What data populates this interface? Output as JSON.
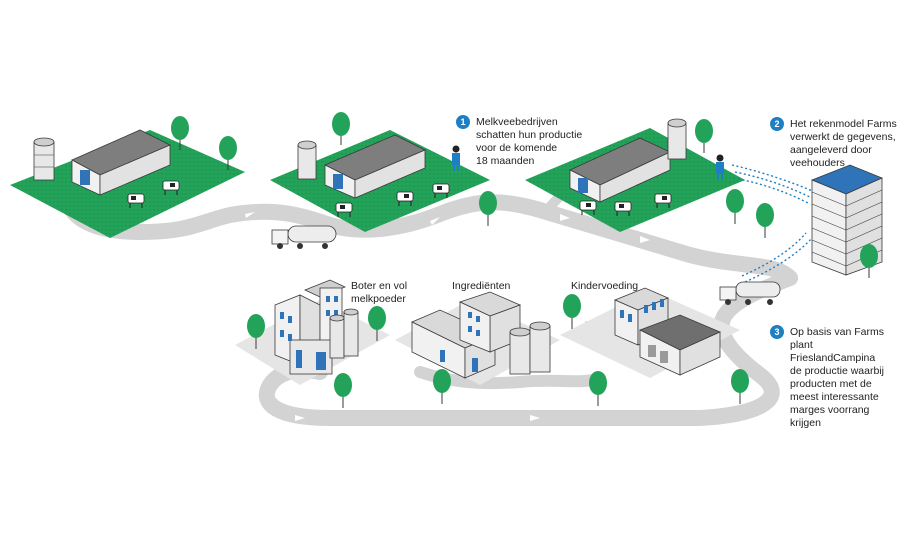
{
  "steps": [
    {
      "number": "1",
      "text": "Melkveebedrijven\nschatten hun productie\nvoor de komende\n18 maanden"
    },
    {
      "number": "2",
      "text": "Het rekenmodel Farms\nverwerkt de gegevens,\naangeleverd door\nveehouders"
    },
    {
      "number": "3",
      "text": "Op basis van Farms\nplant FrieslandCampina\nde productie waarbij\nproducten met de\nmeest interessante\nmarges voorrang\nkrijgen"
    }
  ],
  "factories": [
    {
      "label": "Boter en vol\nmelkpoeder"
    },
    {
      "label": "Ingrediënten"
    },
    {
      "label": "Kindervoeding"
    }
  ],
  "colors": {
    "grass": "#23a35a",
    "grass_dark": "#1b8a49",
    "road": "#d3d3d3",
    "road_edge": "#bdbdbd",
    "tree": "#23a35a",
    "accent_blue": "#1f7fc4",
    "window_blue": "#2f73b8",
    "building_gray": "#e9e9e9",
    "outline": "#3a3a3a"
  }
}
